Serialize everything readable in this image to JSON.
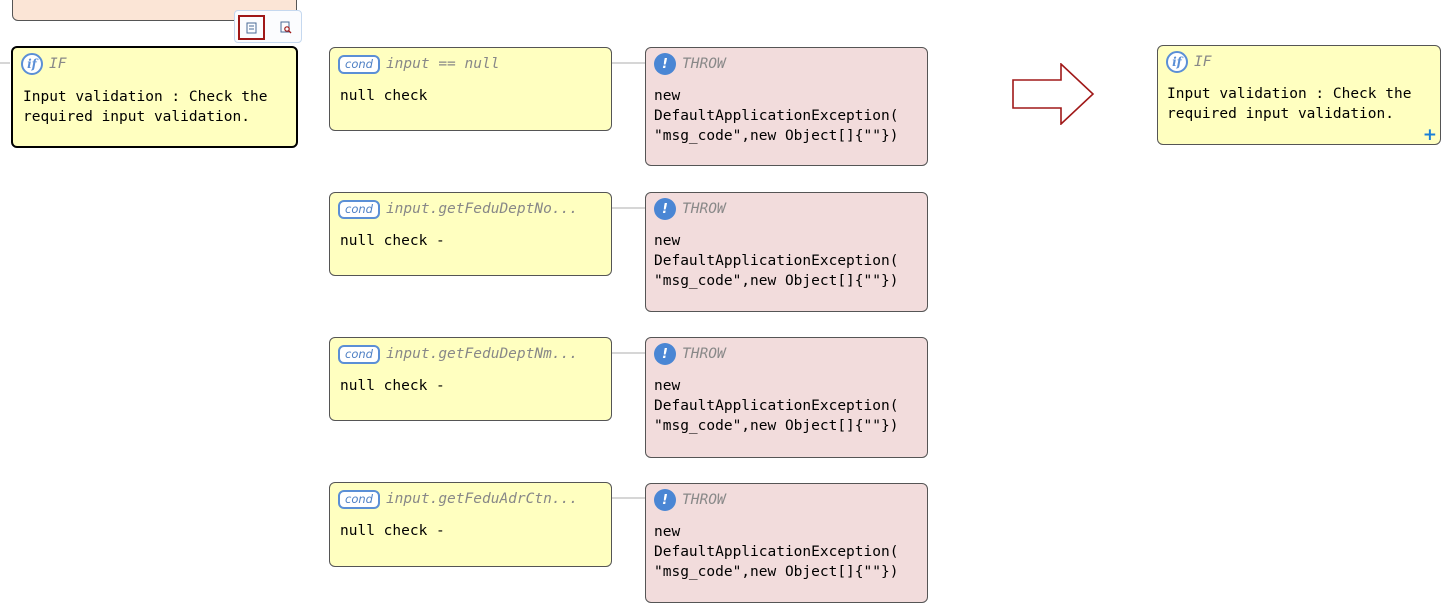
{
  "left_if": {
    "type": "IF",
    "text": "Input validation : Check the\nrequired input validation."
  },
  "conditions": [
    {
      "label": "cond",
      "expr": "input == null",
      "text": "null check",
      "throw": {
        "type": "THROW",
        "text": "new\nDefaultApplicationException(\n\"msg_code\",new Object[]{\"\"})"
      }
    },
    {
      "label": "cond",
      "expr": "input.getFeduDeptNo...",
      "text": "null check -",
      "throw": {
        "type": "THROW",
        "text": "new\nDefaultApplicationException(\n\"msg_code\",new Object[]{\"\"})"
      }
    },
    {
      "label": "cond",
      "expr": "input.getFeduDeptNm...",
      "text": "null check -",
      "throw": {
        "type": "THROW",
        "text": "new\nDefaultApplicationException(\n\"msg_code\",new Object[]{\"\"})"
      }
    },
    {
      "label": "cond",
      "expr": "input.getFeduAdrCtn...",
      "text": "null check -",
      "throw": {
        "type": "THROW",
        "text": "new\nDefaultApplicationException(\n\"msg_code\",new Object[]{\"\"})"
      }
    }
  ],
  "right_if": {
    "type": "IF",
    "text": "Input validation : Check the\nrequired input validation.",
    "expand": "+"
  },
  "badges": {
    "if": "if",
    "excl": "!"
  },
  "toolbar": {
    "collapse_icon": "collapse-icon",
    "detail_icon": "detail-icon"
  },
  "colors": {
    "condition_fill": "#ffffc0",
    "throw_fill": "#f2dcdc",
    "arrow_stroke": "#a01818",
    "badge_blue": "#5b8fd6"
  }
}
